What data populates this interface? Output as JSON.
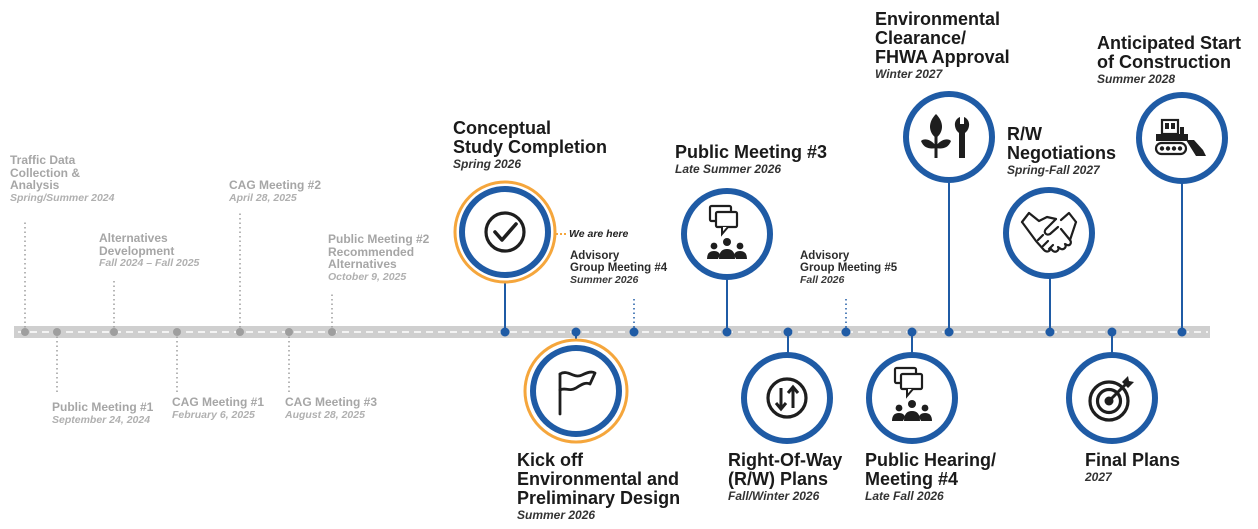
{
  "timeline": {
    "colors": {
      "primary": "#1f5ba5",
      "highlight": "#f5a63c",
      "past": "#9e9e9e",
      "track": "#cfcfcf",
      "dark": "#1e1e1e"
    },
    "you_are_here": "We are here",
    "past_milestones": [
      {
        "title": "Traffic Data\nCollection &\nAnalysis",
        "date": "Spring/Summer 2024"
      },
      {
        "title": "Public Meeting #1",
        "date": "September 24, 2024"
      },
      {
        "title": "Alternatives\nDevelopment",
        "date": "Fall 2024 – Fall 2025"
      },
      {
        "title": "CAG Meeting #1",
        "date": "February 6, 2025"
      },
      {
        "title": "CAG Meeting #2",
        "date": "April 28, 2025"
      },
      {
        "title": "CAG Meeting #3",
        "date": "August 28, 2025"
      },
      {
        "title": "Public Meeting #2\nRecommended\nAlternatives",
        "date": "October 9, 2025"
      }
    ],
    "small_milestones": [
      {
        "title": "Advisory\nGroup Meeting #4",
        "date": "Summer 2026"
      },
      {
        "title": "Advisory\nGroup Meeting #5",
        "date": "Fall 2026"
      }
    ],
    "major_milestones": [
      {
        "title": "Conceptual\nStudy Completion",
        "date": "Spring 2026",
        "icon": "checkmark-icon"
      },
      {
        "title": "Kick off\nEnvironmental and\nPreliminary Design",
        "date": "Summer 2026",
        "icon": "flag-icon"
      },
      {
        "title": "Public Meeting #3",
        "date": "Late Summer 2026",
        "icon": "meeting-people-icon"
      },
      {
        "title": "Right-Of-Way\n(R/W) Plans",
        "date": "Fall/Winter 2026",
        "icon": "updown-arrows-icon"
      },
      {
        "title": "Public Hearing/\nMeeting #4",
        "date": "Late Fall 2026",
        "icon": "meeting-people-icon"
      },
      {
        "title": "Environmental\nClearance/\nFHWA Approval",
        "date": "Winter 2027",
        "icon": "leaf-wrench-icon"
      },
      {
        "title": "R/W\nNegotiations",
        "date": "Spring-Fall 2027",
        "icon": "handshake-icon"
      },
      {
        "title": "Final Plans",
        "date": "2027",
        "icon": "target-icon"
      },
      {
        "title": "Anticipated Start\nof Construction",
        "date": "Summer 2028",
        "icon": "bulldozer-icon"
      }
    ]
  }
}
